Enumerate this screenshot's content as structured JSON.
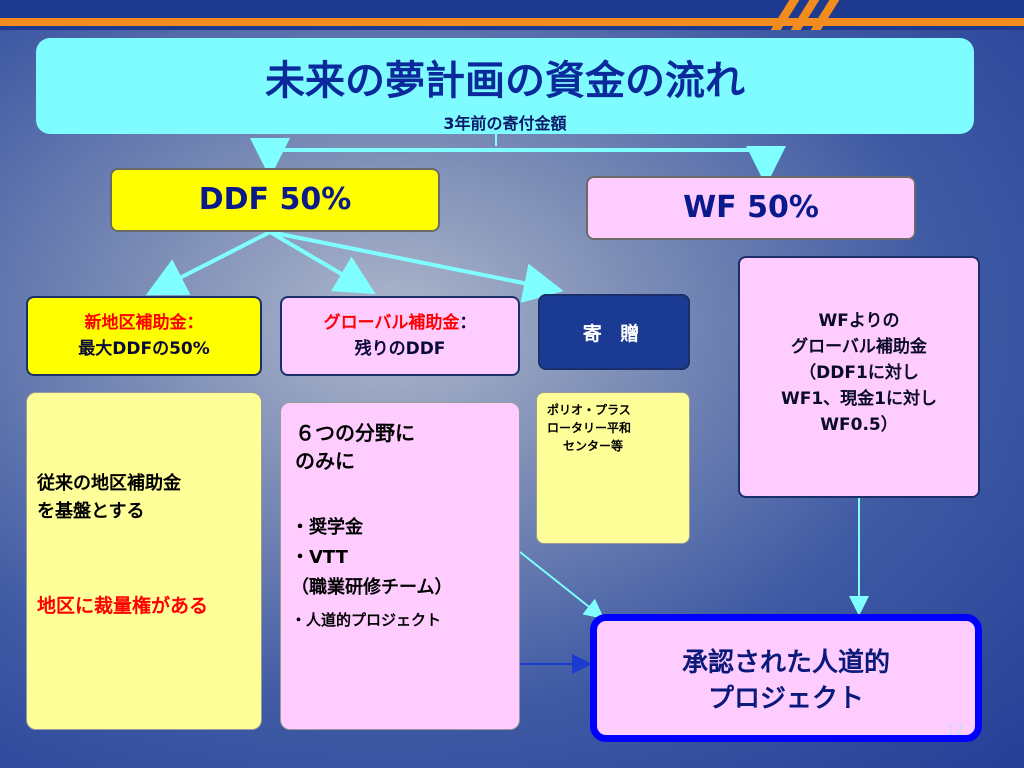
{
  "title": "未来の夢計画の資金の流れ",
  "subtitle": "3年前の寄付金額",
  "ddf_box": "DDF 50%",
  "wf_box": "WF 50%",
  "new_district": {
    "label": "新地区補助金",
    "colon": "：",
    "detail": "最大DDFの50%"
  },
  "global_grant": {
    "label": "グローバル補助金",
    "colon": "：",
    "detail": "残りのDDF"
  },
  "donation": "寄 贈",
  "wf_global": {
    "line1": "WFよりの",
    "line2": "グローバル補助金",
    "line3": "（DDF1に対し",
    "line4": "WF1、現金1に対し",
    "line5": "WF0.5）"
  },
  "district_detail": {
    "line1": "従来の地区補助金",
    "line2": "を基盤とする",
    "line3": "地区に裁量権がある"
  },
  "global_detail": {
    "heading1": "６つの分野に",
    "heading2": "のみに",
    "item1": "・奨学金",
    "item2": "・VTT",
    "item3": "（職業研修チーム）",
    "item4": "・人道的プロジェクト"
  },
  "donation_detail": {
    "line1": "ポリオ・プラス",
    "line2": "ロータリー平和",
    "line3": "センター等"
  },
  "approved": {
    "line1": "承認された人道的",
    "line2": "プロジェクト"
  },
  "page_number": "12",
  "colors": {
    "title_bg": "#7ffcff",
    "ddf_bg": "#ffff00",
    "wf_bg": "#ffccff",
    "donation_bg": "#1a3a94",
    "approved_border": "#0000ff",
    "accent_orange": "#f28c1e",
    "arrow": "#7fffff"
  }
}
